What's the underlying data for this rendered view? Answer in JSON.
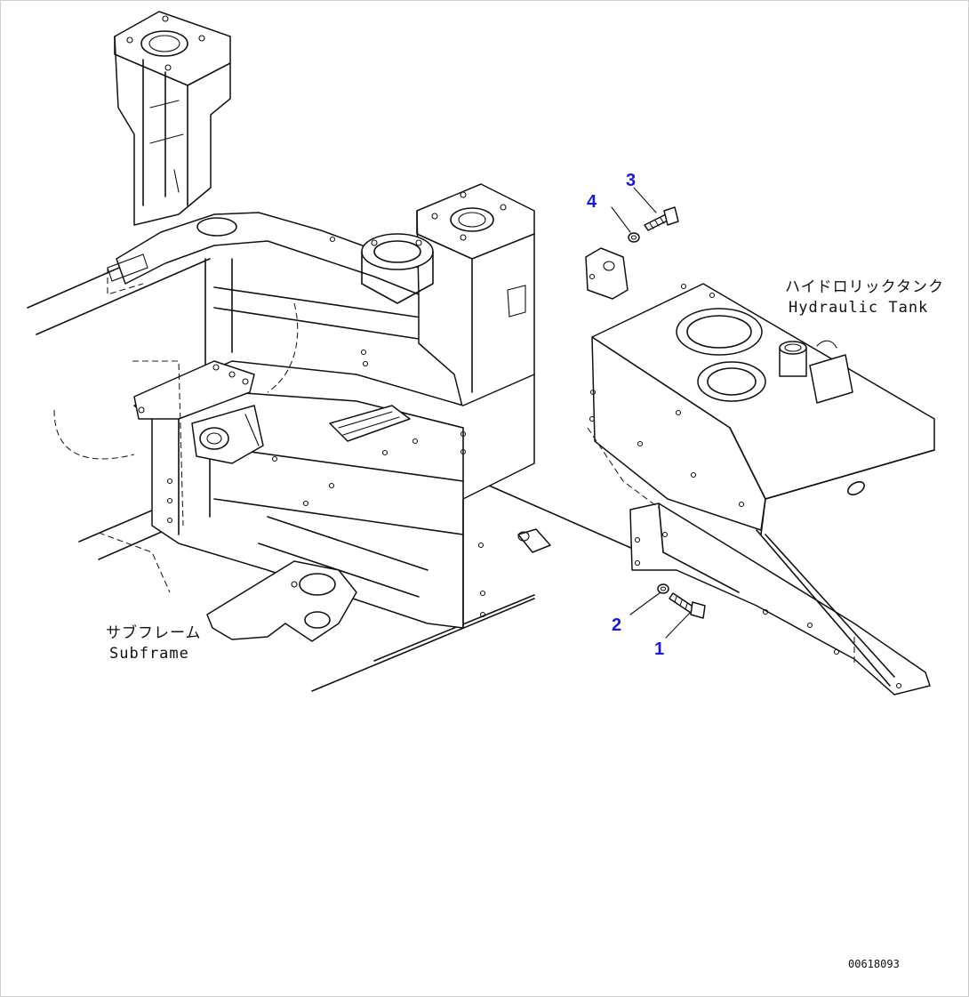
{
  "labels": {
    "subframe_jp": "サブフレーム",
    "subframe_en": "Subframe",
    "tank_jp": "ハイドロリックタンク",
    "tank_en": "Hydraulic Tank"
  },
  "callouts": [
    {
      "num": "1"
    },
    {
      "num": "2"
    },
    {
      "num": "3"
    },
    {
      "num": "4"
    }
  ],
  "drawing_code": "00618093",
  "colors": {
    "callout": "#1a1ad6",
    "line": "#111111",
    "background": "#ffffff"
  }
}
